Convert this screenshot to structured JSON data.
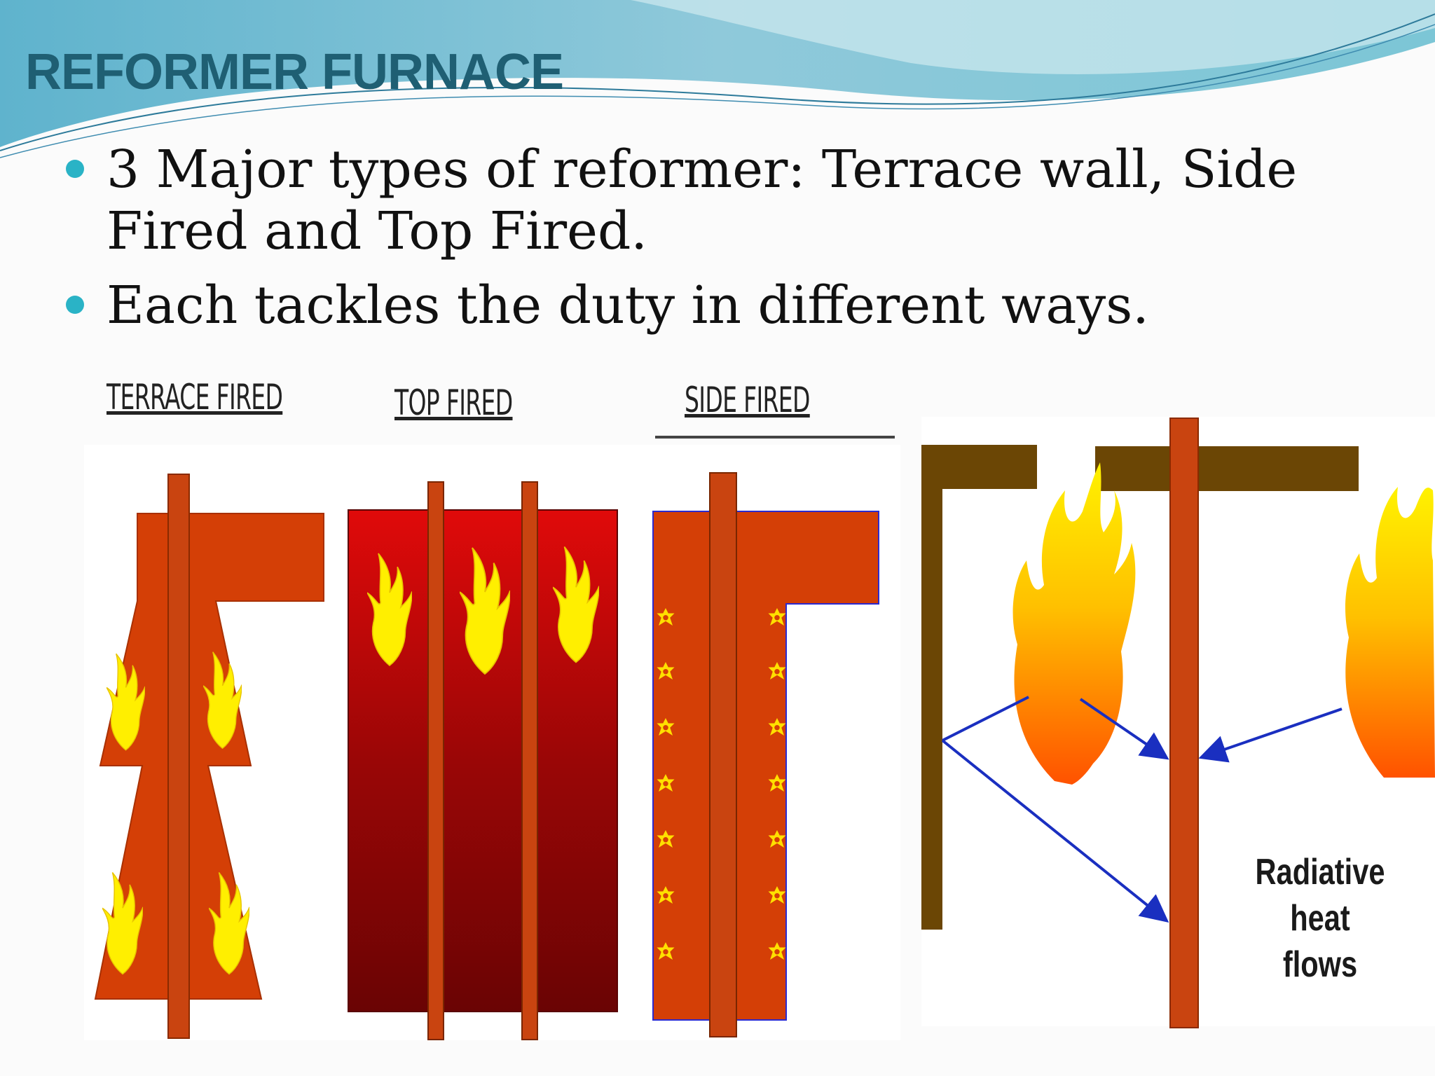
{
  "slide": {
    "title": "REFORMER FURNACE",
    "bullets": [
      "3 Major types of reformer: Terrace wall, Side Fired and Top Fired.",
      "Each tackles the duty in different ways."
    ]
  },
  "diagram": {
    "labels": {
      "terrace": "TERRACE FIRED",
      "top": "TOP FIRED",
      "side": "SIDE FIRED"
    },
    "caption_line1": "Radiative",
    "caption_line2": "heat flows"
  },
  "colors": {
    "title": "#1f5f73",
    "bullet": "#2ab3c6",
    "furnace": "#d43f06",
    "tube": "#c94410",
    "flame": "#ffef00",
    "arrow": "#1a2fc0",
    "wall": "#6b4605"
  }
}
